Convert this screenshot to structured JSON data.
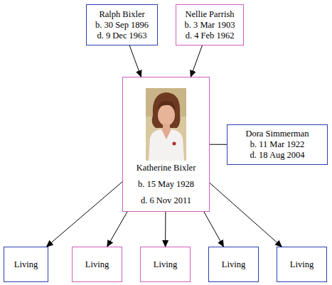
{
  "diagram": {
    "nodes": [
      {
        "text": [
          "Ralph Bixler",
          "b. 30 Sep 1896",
          "d. 9 Dec 1963"
        ]
      },
      {
        "text": [
          "Nellie Parrish",
          "b. 3 Mar 1903",
          "d. 4 Feb 1962"
        ]
      },
      {
        "text": [
          "Katherine Bixler",
          "b. 15 May 1928",
          "d. 6 Nov 2011"
        ]
      },
      {
        "text": [
          "Dora Simmerman",
          "b. 11 Mar 1922",
          "d. 18 Aug 2004"
        ]
      },
      {
        "text": [
          "Living"
        ]
      },
      {
        "text": [
          "Living"
        ]
      },
      {
        "text": [
          "Living"
        ]
      },
      {
        "text": [
          "Living"
        ]
      },
      {
        "text": [
          "Living"
        ]
      }
    ],
    "edges": [
      {
        "from": 0,
        "to": 2,
        "arrow": "to"
      },
      {
        "from": 1,
        "to": 2,
        "arrow": "to"
      },
      {
        "from": 2,
        "to": 3,
        "arrow": "none"
      },
      {
        "from": 2,
        "to": 4,
        "arrow": "to"
      },
      {
        "from": 2,
        "to": 5,
        "arrow": "to"
      },
      {
        "from": 2,
        "to": 6,
        "arrow": "to"
      },
      {
        "from": 2,
        "to": 7,
        "arrow": "to"
      },
      {
        "from": 2,
        "to": 8,
        "arrow": "to"
      }
    ]
  }
}
